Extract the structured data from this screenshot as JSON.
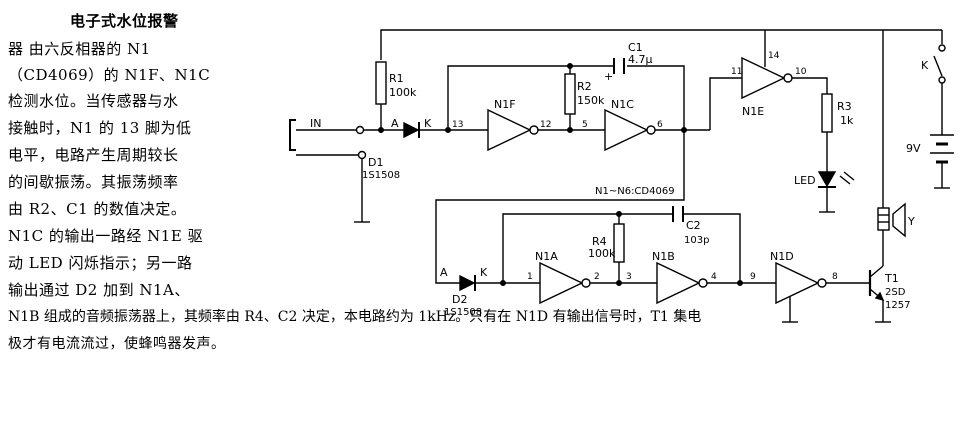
{
  "article": {
    "title": "电子式水位报警",
    "lines": [
      "器  由六反相器的 N1",
      "（CD4069）的 N1F、N1C",
      "检测水位。当传感器与水",
      "接触时，N1 的 13 脚为低",
      "电平，电路产生周期较长",
      "的间歇振荡。其振荡频率",
      "由 R2、C1 的数值决定。",
      "N1C 的输出一路经 N1E 驱",
      "动 LED 闪烁指示；另一路",
      "输出通过 D2 加到 N1A、"
    ],
    "full_lines": [
      "N1B 组成的音频振荡器上，其频率由 R4、C2 决定，本电路约为 1kHz。只有在 N1D 有输出信号时，T1 集电",
      "极才有电流流过，使蜂鸣器发声。"
    ]
  },
  "schematic": {
    "in_label": "IN",
    "r1": {
      "name": "R1",
      "value": "100k"
    },
    "r2": {
      "name": "R2",
      "value": "150k"
    },
    "r3": {
      "name": "R3",
      "value": "1k"
    },
    "r4": {
      "name": "R4",
      "value": "100k"
    },
    "c1": {
      "name": "C1",
      "value": "4.7μ"
    },
    "c2": {
      "name": "C2",
      "value": "103p"
    },
    "d1": {
      "name": "D1",
      "value": "1S1508"
    },
    "d2": {
      "name": "D2",
      "value": "1S1508"
    },
    "gates": {
      "n1f": "N1F",
      "n1c": "N1C",
      "n1e": "N1E",
      "n1a": "N1A",
      "n1b": "N1B",
      "n1d": "N1D"
    },
    "ic_note": "N1~N6:CD4069",
    "led": "LED",
    "switch": "K",
    "battery": "9V",
    "speaker": "Y",
    "t1": {
      "name": "T1",
      "type": "2SD",
      "num": "1257"
    },
    "anode": "A",
    "cathode": "K",
    "pins": {
      "p13": "13",
      "p12": "12",
      "p5": "5",
      "p6": "6",
      "p11": "11",
      "p14": "14",
      "p10": "10",
      "p1": "1",
      "p2": "2",
      "p3": "3",
      "p4": "4",
      "p9": "9",
      "p8": "8"
    }
  }
}
